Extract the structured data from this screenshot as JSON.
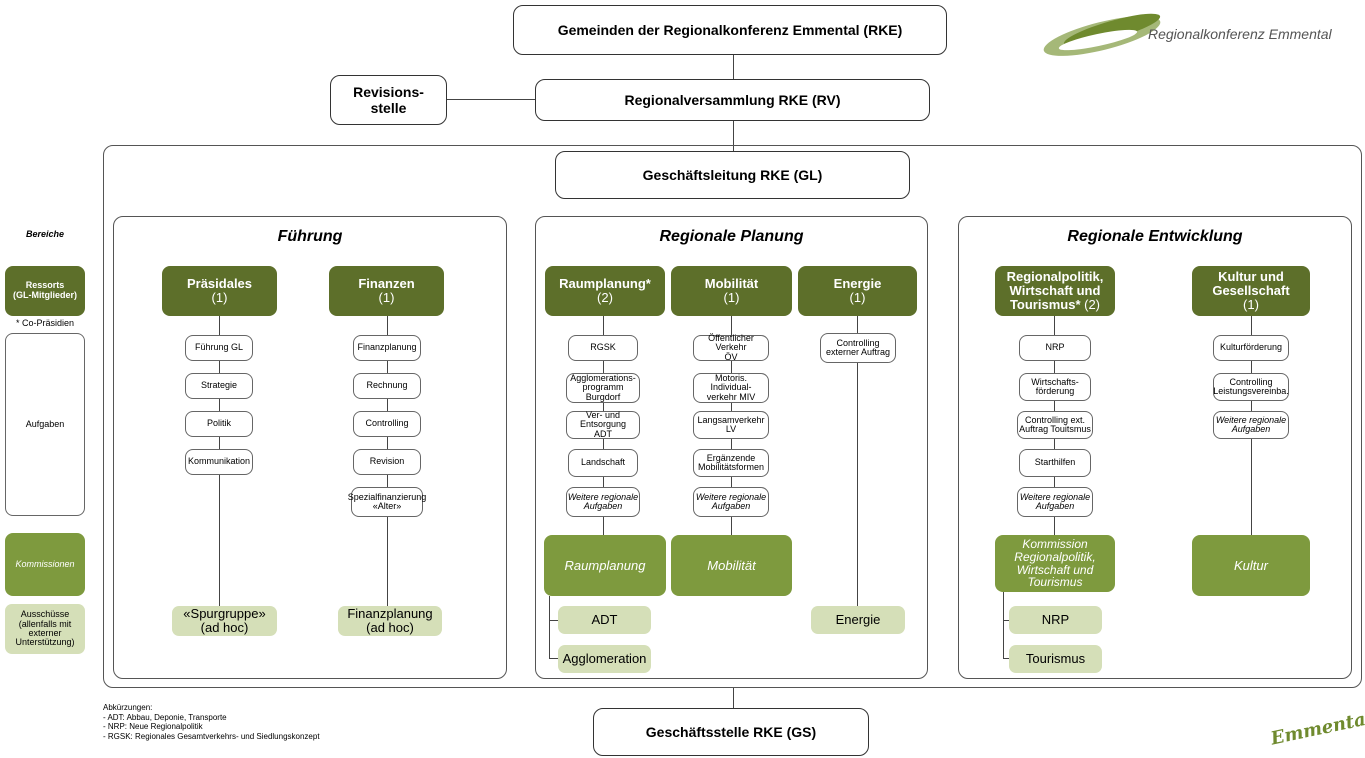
{
  "header": {
    "top_box": "Gemeinden der Regionalkonferenz Emmental (RKE)",
    "rv_box": "Regionalversammlung RKE (RV)",
    "revision_box": "Revisions-\nstelle",
    "gl_box": "Geschäftsleitung RKE (GL)",
    "gs_box": "Geschäftsstelle RKE (GS)",
    "logo_text": "Regionalkonferenz Emmental",
    "emmental_logo": "Emmental"
  },
  "legend": {
    "bereiche": "Bereiche",
    "ressorts": "Ressorts\n(GL-Mitglieder)",
    "co_praesidien": "* Co-Präsidien",
    "aufgaben": "Aufgaben",
    "kommissionen": "Kommissionen",
    "ausschuesse": "Ausschüsse\n(allenfalls mit\nexterner\nUnterstützung)"
  },
  "sections": {
    "fuehrung": "Führung",
    "planung": "Regionale Planung",
    "entwicklung": "Regionale Entwicklung"
  },
  "ressorts": {
    "praesidales": {
      "name": "Präsidales",
      "count": "(1)"
    },
    "finanzen": {
      "name": "Finanzen",
      "count": "(1)"
    },
    "raumplanung": {
      "name": "Raumplanung*",
      "count": "(2)"
    },
    "mobilitaet": {
      "name": "Mobilität",
      "count": "(1)"
    },
    "energie": {
      "name": "Energie",
      "count": "(1)"
    },
    "regionalpolitik": {
      "name": "Regionalpolitik,\nWirtschaft und\nTourismus*",
      "count": " (2)"
    },
    "kultur": {
      "name": "Kultur und\nGesellschaft",
      "count": "(1)"
    }
  },
  "tasks": {
    "praesidales": [
      "Führung GL",
      "Strategie",
      "Politik",
      "Kommunikation"
    ],
    "finanzen": [
      "Finanzplanung",
      "Rechnung",
      "Controlling",
      "Revision",
      "Spezialfinanzierung\n«Alter»"
    ],
    "raumplanung": [
      "RGSK",
      "Agglomerations-\nprogramm Burgdorf",
      "Ver- und Entsorgung\nADT",
      "Landschaft",
      "Weitere regionale\nAufgaben"
    ],
    "mobilitaet": [
      "Öffentlicher Verkehr\nÖV",
      "Motoris. Individual-\nverkehr MIV",
      "Langsamverkehr LV",
      "Ergänzende\nMobilitätsformen",
      "Weitere regionale\nAufgaben"
    ],
    "energie": [
      "Controlling\nexterner Auftrag"
    ],
    "regionalpolitik": [
      "NRP",
      "Wirtschafts-\nförderung",
      "Controlling ext.\nAuftrag Touitsmus",
      "Starthilfen",
      "Weitere regionale\nAufgaben"
    ],
    "kultur": [
      "Kulturförderung",
      "Controlling\nLeistungsvereinba.",
      "Weitere regionale\nAufgaben"
    ]
  },
  "commissions": {
    "raumplanung": "Raumplanung",
    "mobilitaet": "Mobilität",
    "regionalpolitik": "Kommission\nRegionalpolitik,\nWirtschaft und\nTourismus",
    "kultur": "Kultur"
  },
  "committees": {
    "spurgruppe": "«Spurgruppe»\n(ad hoc)",
    "finanzplanung": "Finanzplanung\n(ad hoc)",
    "adt": "ADT",
    "agglomeration": "Agglomeration",
    "energie": "Energie",
    "nrp": "NRP",
    "tourismus": "Tourismus"
  },
  "abbreviations": [
    "Abkürzungen:",
    "- ADT: Abbau, Deponie, Transporte",
    "- NRP: Neue Regionalpolitik",
    "- RGSK: Regionales Gesamtverkehrs- und Siedlungskonzept"
  ],
  "colors": {
    "ressort": "#5d6f2a",
    "commission": "#7e9a3e",
    "committee": "#d5dfb8"
  }
}
